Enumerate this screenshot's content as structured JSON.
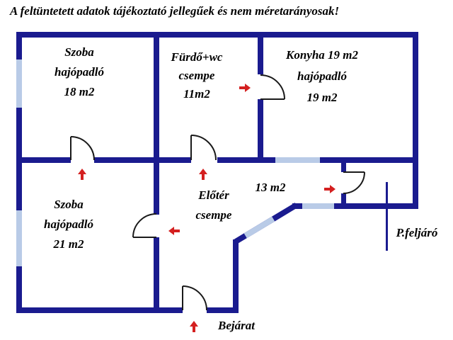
{
  "disclaimer": "A feltüntetett adatok tájékoztató jellegűek és nem méretarányosak!",
  "colors": {
    "background": "#ffffff",
    "wall": "#1a1b8f",
    "window": "#b9cbe7",
    "door": "#1a1a1a",
    "arrow": "#d42020",
    "text": "#000000"
  },
  "rooms": {
    "szoba18": {
      "lines": [
        "Szoba",
        "hajópadló",
        "18 m2"
      ]
    },
    "furdo": {
      "lines": [
        "Fürdő+wc",
        "csempe",
        "11m2"
      ]
    },
    "konyha": {
      "lines": [
        "Konyha 19 m2",
        "hajópadló",
        "19 m2"
      ]
    },
    "szoba21": {
      "lines": [
        "Szoba",
        "hajópadló",
        "21 m2"
      ]
    },
    "eloter": {
      "lines": [
        "Előtér",
        "csempe"
      ],
      "area": "13 m2"
    }
  },
  "labels": {
    "p_feljaro": "P.feljáró",
    "bejarat": "Bejárat"
  }
}
